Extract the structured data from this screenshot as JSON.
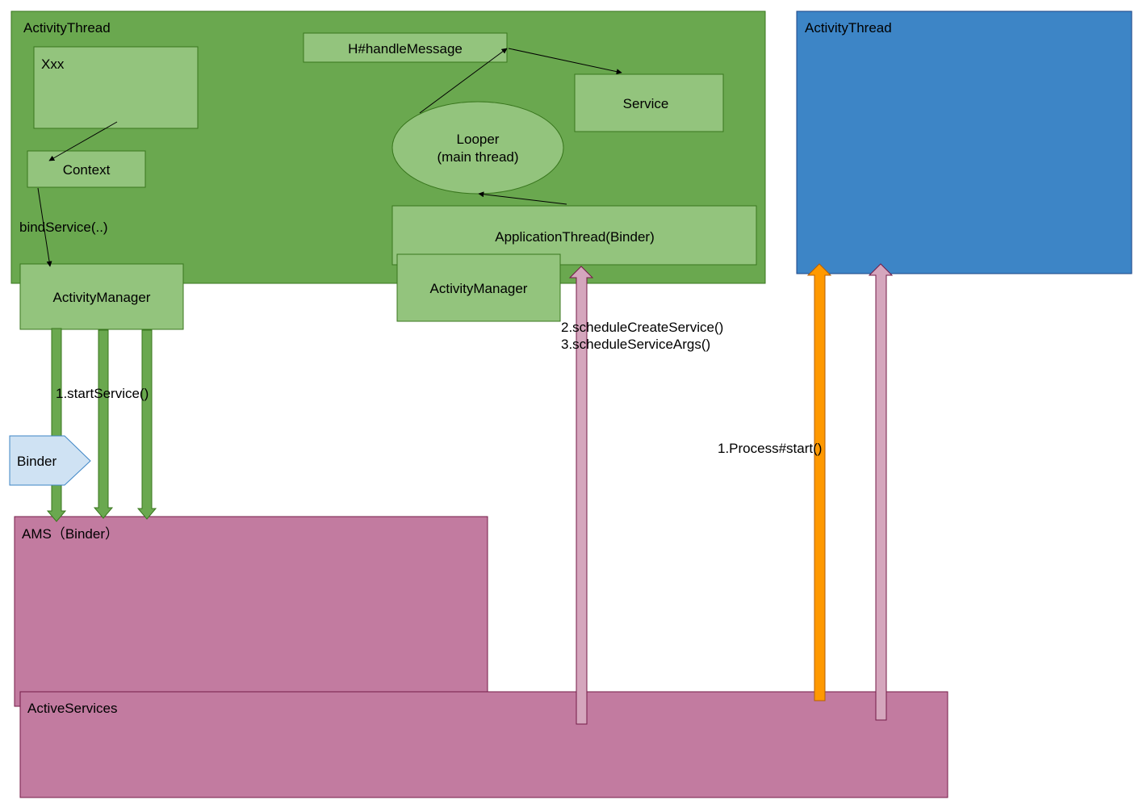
{
  "colors": {
    "thread_green": "#6aa84f",
    "box_green": "#93c47d",
    "thread_blue": "#3d85c6",
    "ams_pink": "#c27ba0",
    "binder_blue": "#cfe2f3",
    "ipc_pink": "#d5a6bd",
    "process_orange": "#ff9900",
    "arrow_green": "#6aa84f"
  },
  "app_thread": {
    "title": "ActivityThread",
    "xxx": "Xxx",
    "context": "Context",
    "bind_service": "bindService(..)",
    "activity_manager": "ActivityManager",
    "handle_message": "H#handleMessage",
    "service": "Service",
    "looper_line1": "Looper",
    "looper_line2": "(main thread)",
    "application_thread": "ApplicationThread(Binder)",
    "activity_manager_2": "ActivityManager"
  },
  "new_thread": {
    "title": "ActivityThread"
  },
  "system_server": {
    "ams": "AMS（Binder）",
    "active_services": "ActiveServices",
    "binder": "Binder"
  },
  "calls": {
    "start_service": "1.startService()",
    "schedule_create": "2.scheduleCreateService()",
    "schedule_args": "3.scheduleServiceArgs()",
    "process_start": "1.Process#start()"
  }
}
